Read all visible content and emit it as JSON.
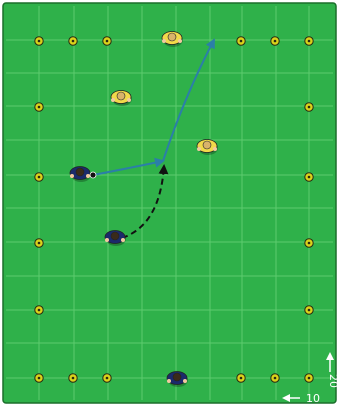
{
  "pitch": {
    "grass_color": "#2fb14a",
    "grid_color": "#5ccc6e",
    "border_color": "#1b6f2b"
  },
  "cones": {
    "color": "#d9d21b",
    "outline": "#2a2a10"
  },
  "players": {
    "attackers": [
      {
        "name": "player-attacker-1",
        "role": "passer",
        "color": "#1b2a6b"
      },
      {
        "name": "player-attacker-2",
        "role": "runner",
        "color": "#1b2a6b"
      },
      {
        "name": "player-attacker-3",
        "role": "bottom",
        "color": "#1b2a6b"
      }
    ],
    "defenders": [
      {
        "name": "player-defender-1",
        "role": "top",
        "color": "#f1d94a"
      },
      {
        "name": "player-defender-2",
        "role": "left",
        "color": "#f1d94a"
      },
      {
        "name": "player-defender-3",
        "role": "right",
        "color": "#f1d94a"
      }
    ]
  },
  "arrows": {
    "pass_color": "#2b7fa8",
    "run_color": "#111111"
  },
  "dimensions": {
    "width_label": "10",
    "height_label": "20"
  }
}
